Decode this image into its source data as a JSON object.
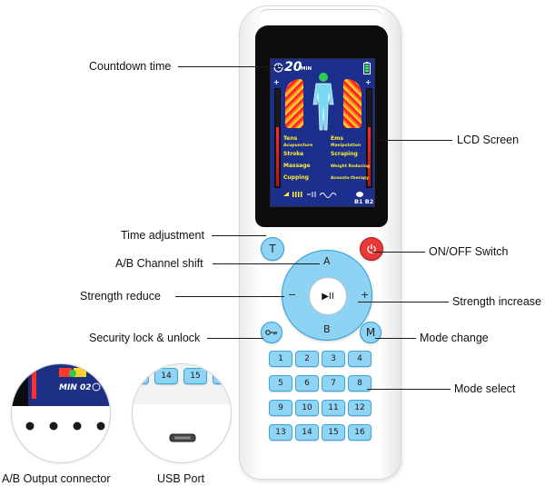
{
  "callouts": {
    "countdown": "Countdown time",
    "lcd": "LCD Screen",
    "time_adj": "Time adjustment",
    "onoff": "ON/OFF Switch",
    "ab_shift": "A/B Channel shift",
    "strength_reduce": "Strength reduce",
    "strength_increase": "Strength increase",
    "security": "Security lock & unlock",
    "mode_change": "Mode change",
    "mode_select": "Mode select"
  },
  "lcd": {
    "time_value": "20",
    "time_unit": "MIN",
    "plus_left": "+",
    "plus_right": "+",
    "modes_left": [
      "Tens",
      "Acupuncture",
      "Stroke",
      "Massage",
      "Cupping"
    ],
    "modes_right": [
      "Ems",
      "Manipulation",
      "Scraping",
      "Weight Reducing",
      "Acousto-therapy"
    ],
    "channels": "B1 B2"
  },
  "buttons": {
    "time_symbol": "T",
    "mode_symbol": "M",
    "dpad_top": "A",
    "dpad_bottom": "B",
    "dpad_left": "−",
    "dpad_right": "+",
    "play_pause": "▶II"
  },
  "keypad": [
    "1",
    "2",
    "3",
    "4",
    "5",
    "6",
    "7",
    "8",
    "9",
    "10",
    "11",
    "12",
    "13",
    "14",
    "15",
    "16"
  ],
  "detail_left": {
    "caption": "A/B Output connector",
    "lcd_text": "MIN 02"
  },
  "detail_right": {
    "caption": "USB Port",
    "keys": [
      "14",
      "15"
    ]
  },
  "colors": {
    "accent_blue": "#8fd3f5",
    "power_red": "#e93838",
    "lcd_blue": "#1d2f8c"
  }
}
